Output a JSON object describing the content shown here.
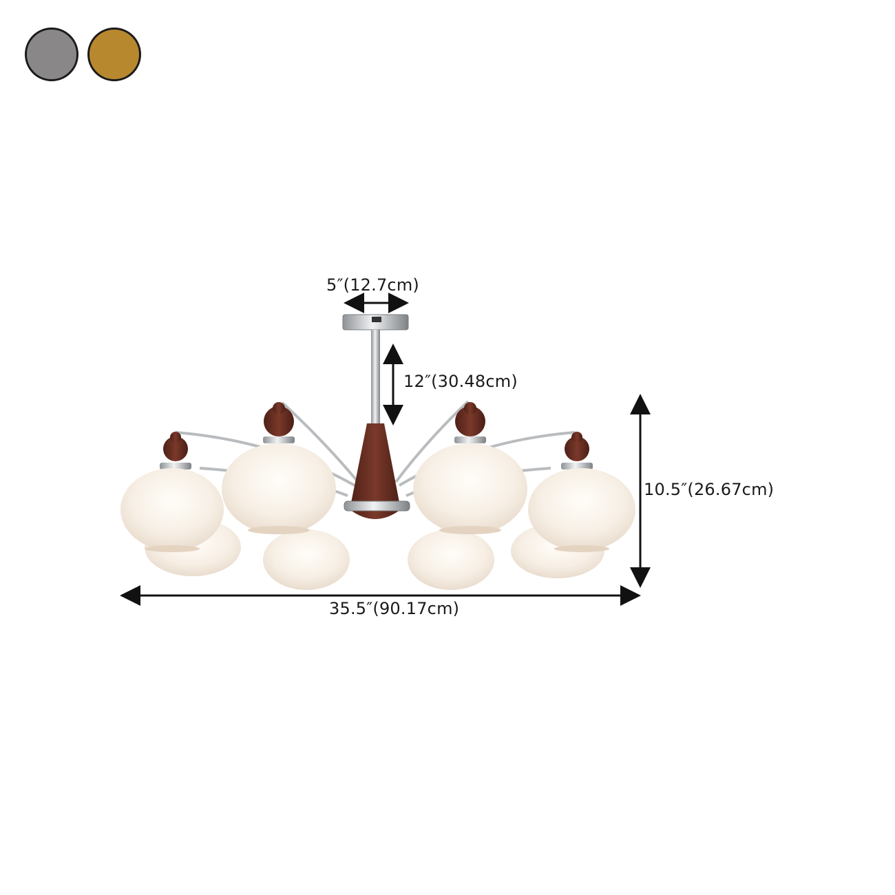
{
  "color_options": [
    {
      "name": "grey",
      "hex": "#8a8789"
    },
    {
      "name": "gold",
      "hex": "#b8882f"
    }
  ],
  "dimensions": {
    "canopy": "5″(12.7cm)",
    "rod": "12″(30.48cm)",
    "height": "10.5″(26.67cm)",
    "width": "35.5″(90.17cm)"
  },
  "product": {
    "lights": 8,
    "shade_color": "#f6efe6",
    "wood_color": "#6b2f22",
    "metal_color": "#c6c9cc"
  }
}
